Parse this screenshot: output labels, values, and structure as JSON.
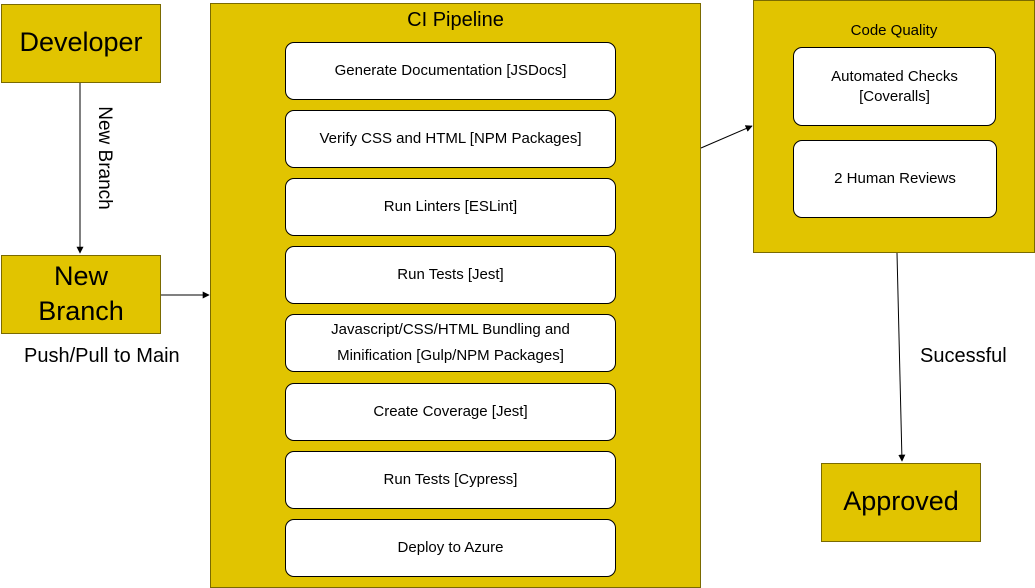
{
  "developer": {
    "label": "Developer"
  },
  "new_branch": {
    "label_line1": "New",
    "label_line2": "Branch"
  },
  "edge_labels": {
    "new_branch_vertical": "New Branch",
    "push_pull": "Push/Pull to Main",
    "successful": "Sucessful"
  },
  "ci_pipeline": {
    "title": "CI Pipeline",
    "steps": [
      {
        "label": "Generate Documentation [JSDocs]"
      },
      {
        "label": "Verify CSS and HTML [NPM Packages]"
      },
      {
        "label": "Run Linters [ESLint]"
      },
      {
        "label": "Run Tests [Jest]"
      },
      {
        "label_line1": "Javascript/CSS/HTML Bundling and",
        "label_line2": "Minification [Gulp/NPM Packages]"
      },
      {
        "label": "Create Coverage [Jest]"
      },
      {
        "label": "Run Tests [Cypress]"
      },
      {
        "label": "Deploy to Azure"
      }
    ]
  },
  "code_quality": {
    "title": "Code Quality",
    "checks": [
      {
        "label_line1": "Automated Checks",
        "label_line2": "[Coveralls]"
      },
      {
        "label": "2 Human Reviews"
      }
    ]
  },
  "approved": {
    "label": "Approved"
  },
  "colors": {
    "box_fill": "#e1c400",
    "step_fill": "#ffffff",
    "line": "#000000"
  }
}
